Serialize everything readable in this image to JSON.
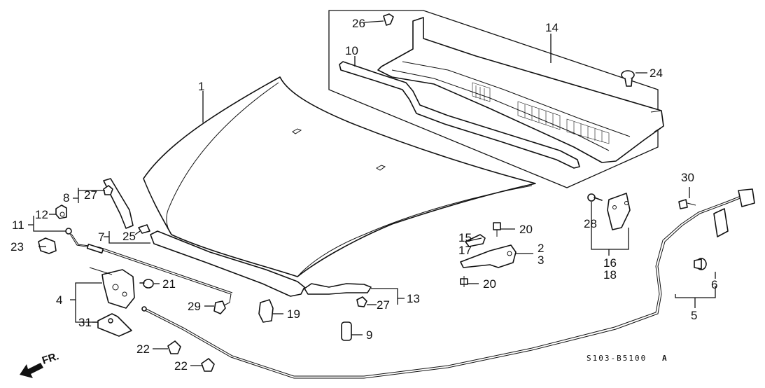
{
  "diagram": {
    "title": "Hood / Cowl Top / Hood Latch Assembly",
    "diagram_code": "S103-B5100",
    "revision_mark": "A",
    "direction_label": "FR."
  },
  "callouts": {
    "hood": "1",
    "hinge_a": "2",
    "hinge_b": "3",
    "latch_assy": "4",
    "release_cable_assy": "5",
    "release_knob_bushing": "6",
    "front_seal_group": "7",
    "stay_group": "8",
    "rubber_stop": "9",
    "cowl_seal": "10",
    "support_rod_group": "11",
    "rod_holder": "12",
    "rear_seal_group": "13",
    "cowl_top": "14",
    "hinge_bracket_a": "15",
    "insulator_group_a": "16",
    "hinge_bracket_b": "17",
    "insulator_group_b": "18",
    "hood_cushion": "19",
    "bolt_upper": "20",
    "bolt_lower": "20",
    "latch_bolt": "21",
    "cable_clip_a": "22",
    "cable_clip_b": "22",
    "rod_grommet": "23",
    "cowl_clip": "24",
    "seal_clip": "25",
    "cowl_fastener": "26",
    "stay_clip": "27",
    "seal_clip_rear": "27",
    "insulator_clip": "28",
    "hood_bumper": "29",
    "handle_bolt": "30",
    "latch_cover": "31"
  }
}
